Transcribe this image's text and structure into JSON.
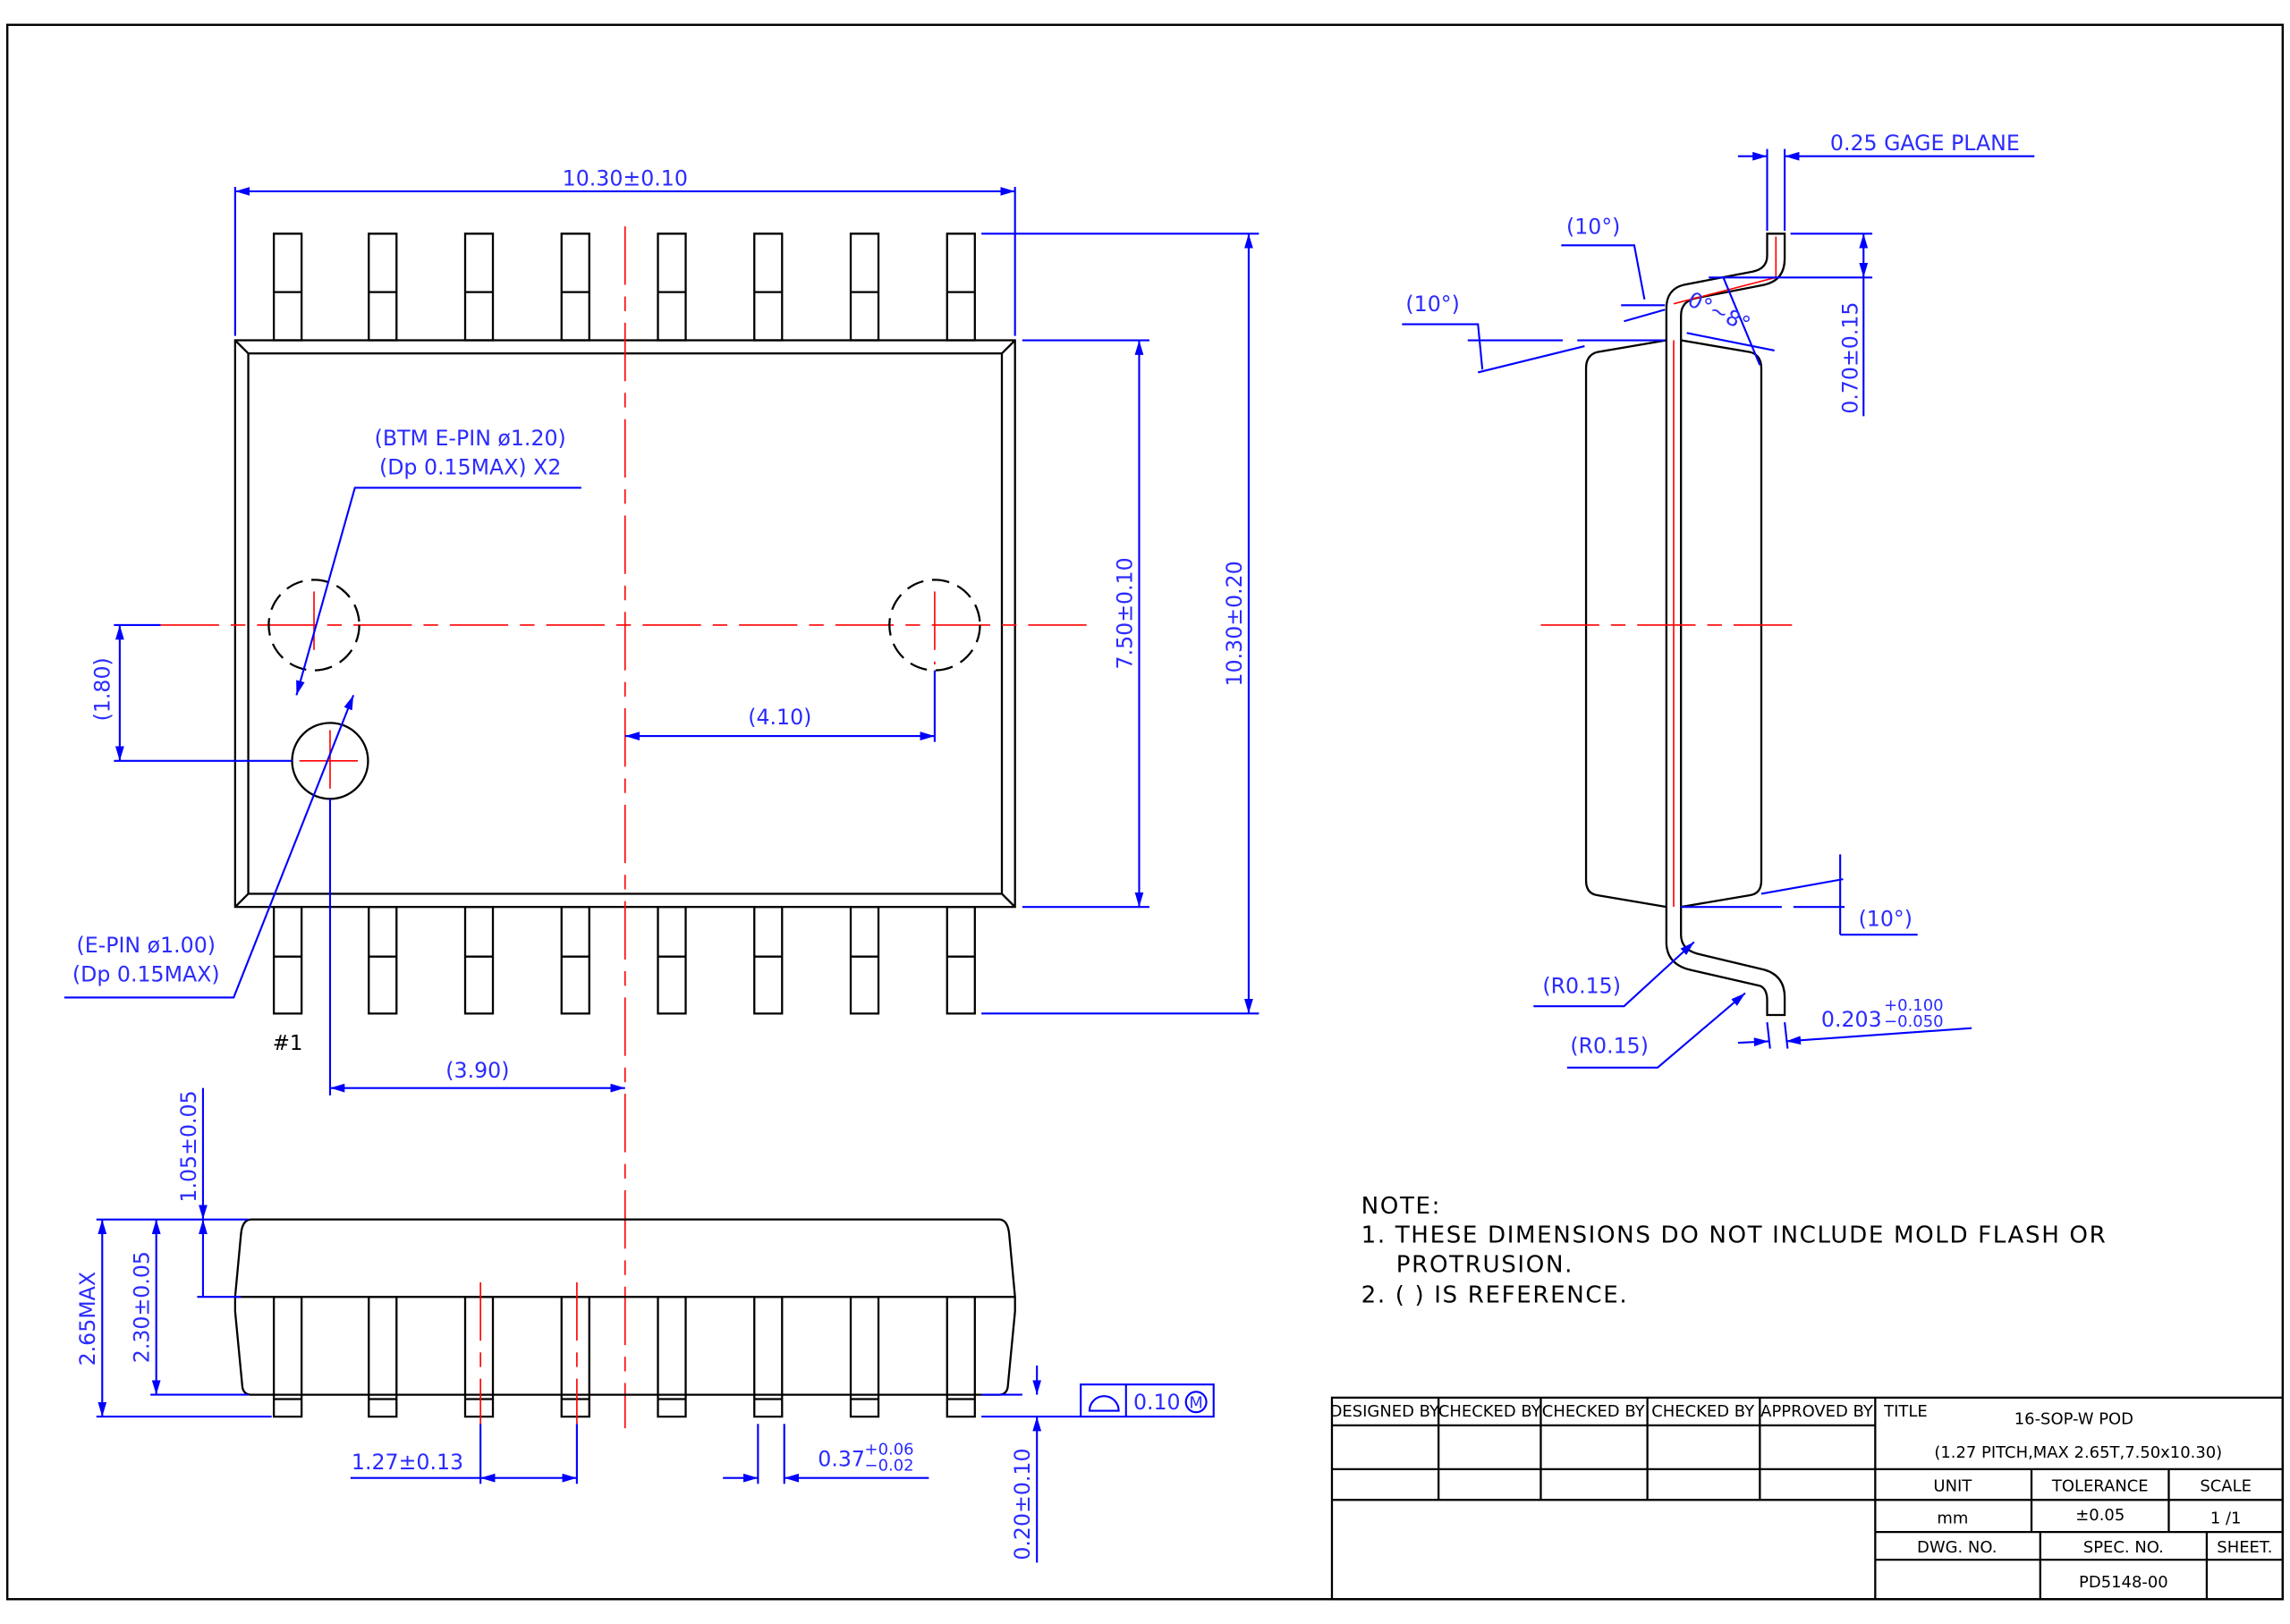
{
  "top_view": {
    "overall_width": "10.30±0.10",
    "body_width": "7.50±0.10",
    "overall_length": "10.30±0.20",
    "btm_epin_label": "(BTM E-PIN ø1.20)",
    "btm_epin_depth": "(Dp 0.15MAX) X2",
    "epin_label": "(E-PIN ø1.00)",
    "epin_depth": "(Dp 0.15MAX)",
    "offset_y": "(1.80)",
    "offset_x_right": "(4.10)",
    "offset_x_left": "(3.90)",
    "pin1_label": "#1"
  },
  "front_view": {
    "max_height": "2.65MAX",
    "body_height": "2.30±0.05",
    "upper_height": "1.05±0.05",
    "pitch": "1.27±0.13",
    "lead_width": "0.37",
    "lead_width_tol_plus": "+0.06",
    "lead_width_tol_minus": "−0.02",
    "standoff": "0.20±0.10",
    "flatness_value": "0.10",
    "flatness_modifier": "M"
  },
  "side_view": {
    "gage_plane": "0.25  GAGE  PLANE",
    "angle_top": "(10°)",
    "angle_left": "(10°)",
    "angle_bottom": "(10°)",
    "foot_angle": "0°~8°",
    "foot_length": "0.70±0.15",
    "radius_1": "(R0.15)",
    "radius_2": "(R0.15)",
    "lead_thickness": "0.203",
    "lead_thickness_tol_plus": "+0.100",
    "lead_thickness_tol_minus": "−0.050"
  },
  "notes": {
    "heading": "NOTE:",
    "line1": "1. THESE DIMENSIONS  DO NOT INCLUDE MOLD FLASH OR",
    "line1b": "PROTRUSION.",
    "line2": "2. (       ) IS REFERENCE."
  },
  "title_block": {
    "signoffs": [
      "DESIGNED BY",
      "CHECKED BY",
      "CHECKED BY",
      "CHECKED BY",
      "APPROVED BY"
    ],
    "title_label": "TITLE",
    "title": "16-SOP-W POD",
    "subtitle": "(1.27 PITCH,MAX 2.65T,7.50x10.30)",
    "unit_label": "UNIT",
    "tolerance_label": "TOLERANCE",
    "scale_label": "SCALE",
    "unit": "mm",
    "tolerance": "±0.05",
    "scale": "1 /1",
    "dwg_no_label": "DWG. NO.",
    "spec_no_label": "SPEC. NO.",
    "sheet_label": "SHEET.",
    "spec_no": "PD5148-00"
  },
  "colors": {
    "dimension": "#0000ff",
    "centerline": "#ff0000",
    "outline": "#000000"
  }
}
